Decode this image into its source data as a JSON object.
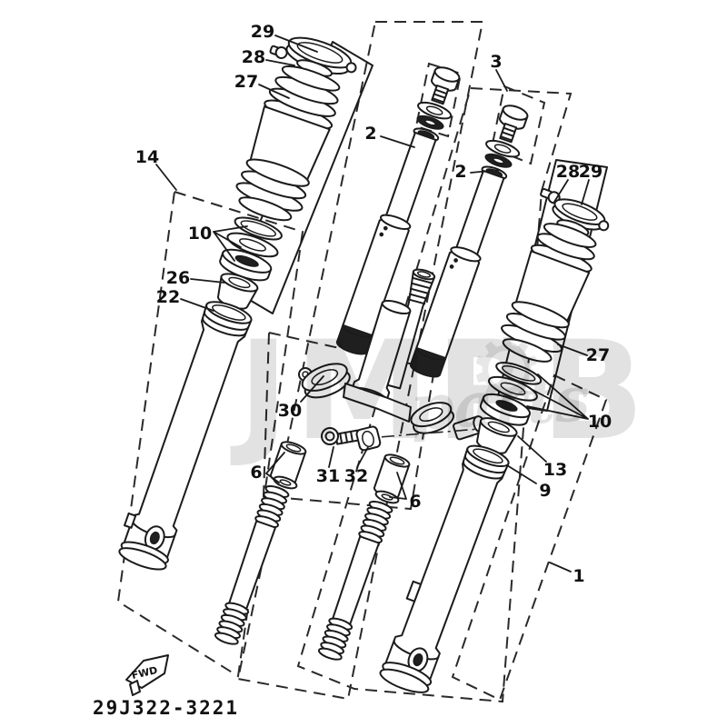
{
  "footer": {
    "part_number": "29J322-3221",
    "fwd_label": "FWD"
  },
  "watermark": {
    "main": "JMPB",
    "sub": "parts",
    "gear_icon": "⚙"
  },
  "colors": {
    "line": "#1b1b1b",
    "background": "#ffffff",
    "dashed_box": "#2a2a2a"
  },
  "callouts": [
    {
      "id": "clamp-left",
      "label": "29"
    },
    {
      "id": "screw-left",
      "label": "28"
    },
    {
      "id": "boot-left",
      "label": "27"
    },
    {
      "id": "fork-assy-left",
      "label": "14"
    },
    {
      "id": "seal-set-left",
      "label": "10"
    },
    {
      "id": "bushing-left",
      "label": "26"
    },
    {
      "id": "outer-tube-left",
      "label": "22"
    },
    {
      "id": "inner-tube-left",
      "label": "2"
    },
    {
      "id": "cap-bolt-kit",
      "label": "3"
    },
    {
      "id": "inner-tube-right",
      "label": "2"
    },
    {
      "id": "screw-right",
      "label": "28"
    },
    {
      "id": "clamp-right",
      "label": "29"
    },
    {
      "id": "boot-right",
      "label": "27"
    },
    {
      "id": "seal-set-right",
      "label": "10"
    },
    {
      "id": "bushing-right",
      "label": "13"
    },
    {
      "id": "outer-tube-right",
      "label": "9"
    },
    {
      "id": "under-bracket",
      "label": "30"
    },
    {
      "id": "pinch-bolt",
      "label": "31"
    },
    {
      "id": "clamp-piece",
      "label": "32"
    },
    {
      "id": "spacer-set-left",
      "label": "6"
    },
    {
      "id": "spacer-set-right",
      "label": "6"
    },
    {
      "id": "outer-assy-right",
      "label": "1"
    }
  ]
}
